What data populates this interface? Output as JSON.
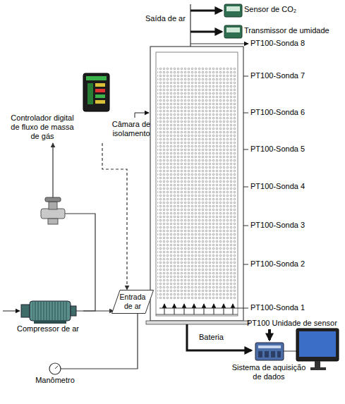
{
  "diagram": {
    "nodes": [
      {
        "text": [
          "Compressor de ar"
        ]
      },
      {
        "text": [
          "Controlador digital de fluxo de massa de gás"
        ]
      },
      {
        "text": [
          "Entrada de ar"
        ]
      },
      {
        "text": [
          "Manômetro"
        ]
      },
      {
        "text": [
          "Sensor de CO₂"
        ]
      },
      {
        "text": [
          "Transmissor de umidade"
        ]
      },
      {
        "text": [
          "Sistema de aquisição de dados"
        ]
      }
    ],
    "edges": [
      {
        "from": 0,
        "to": 1,
        "arrow": "to"
      },
      {
        "from": 1,
        "to": 2,
        "arrow": "to"
      },
      {
        "from": 0,
        "to": 2,
        "arrow": "to"
      },
      {
        "from": 3,
        "to": 2,
        "arrow": "none"
      }
    ],
    "labels": [
      "Saída de ar",
      "Câmara de isolamento",
      "PT100-Sonda 8",
      "PT100-Sonda 7",
      "PT100-Sonda 6",
      "PT100-Sonda 5",
      "PT100-Sonda 4",
      "PT100-Sonda 3",
      "PT100-Sonda 2",
      "PT100-Sonda 1",
      "PT100 Unidade de sensor",
      "Bateria"
    ]
  }
}
